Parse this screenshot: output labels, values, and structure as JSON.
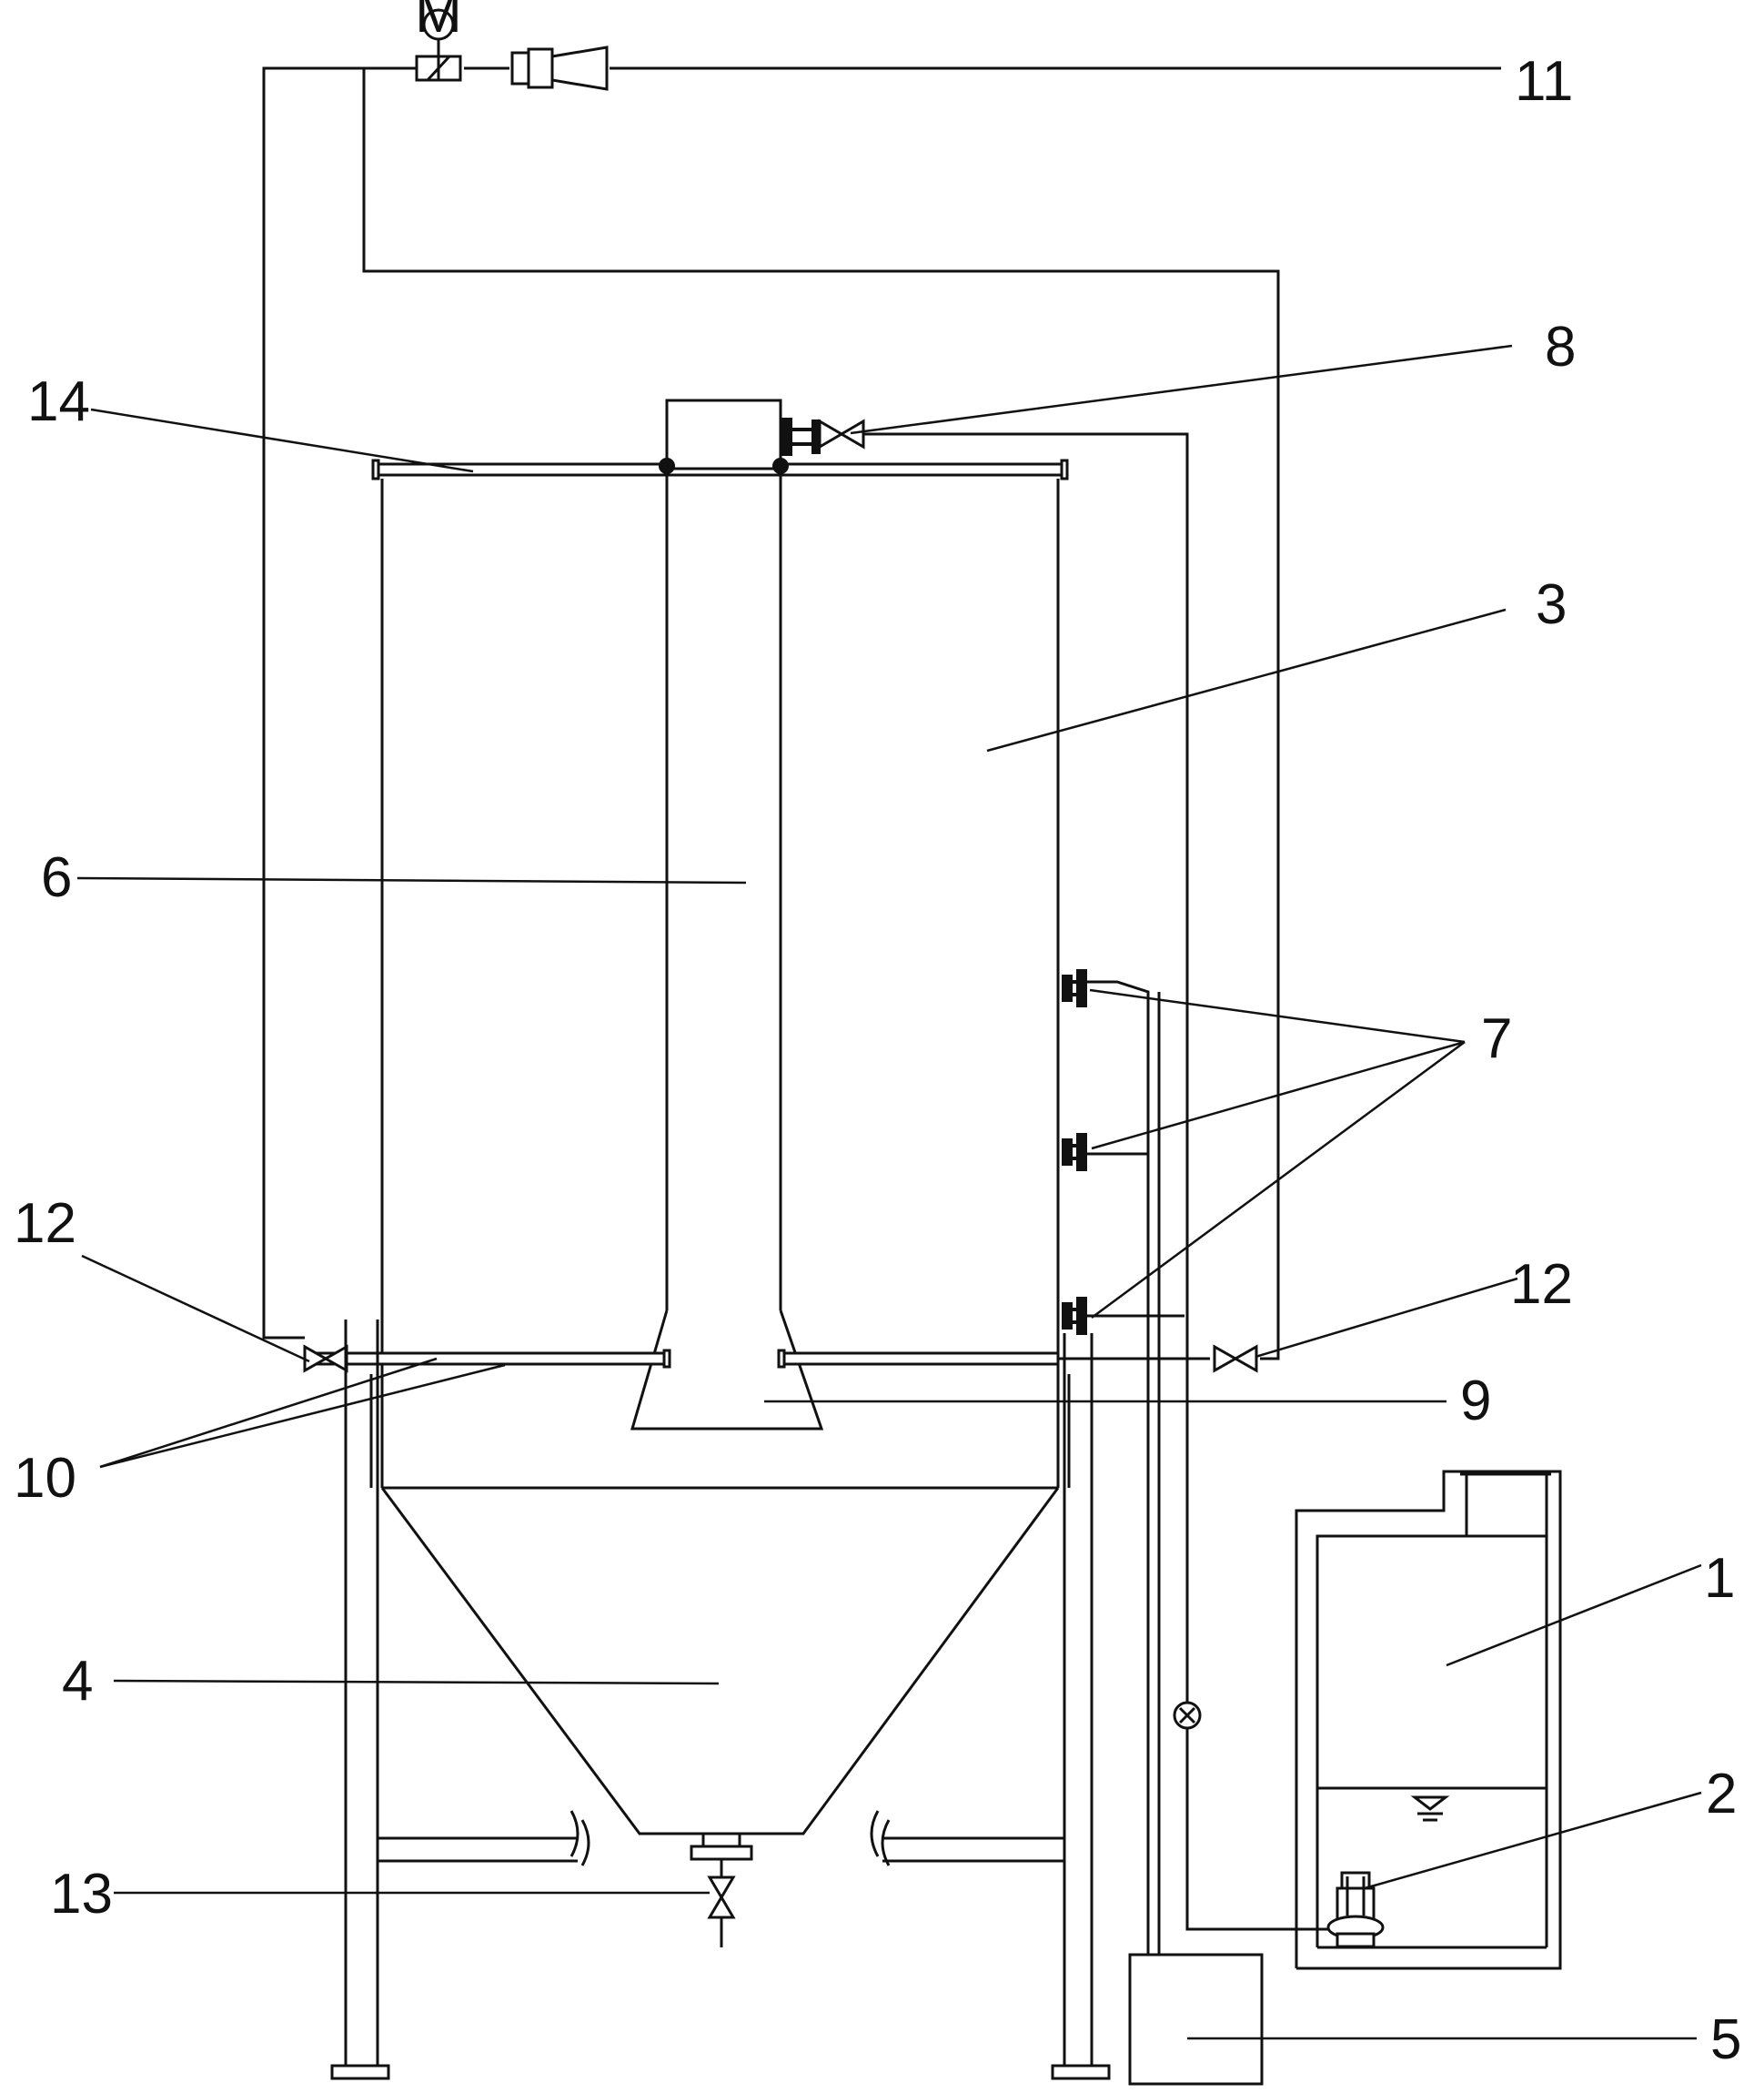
{
  "labels": {
    "l1": "1",
    "l2": "2",
    "l3": "3",
    "l4": "4",
    "l5": "5",
    "l6": "6",
    "l7": "7",
    "l8": "8",
    "l9": "9",
    "l10": "10",
    "l11": "11",
    "l12a": "12",
    "l12b": "12",
    "l13": "13",
    "l14": "14",
    "motor_symbol": "M"
  }
}
